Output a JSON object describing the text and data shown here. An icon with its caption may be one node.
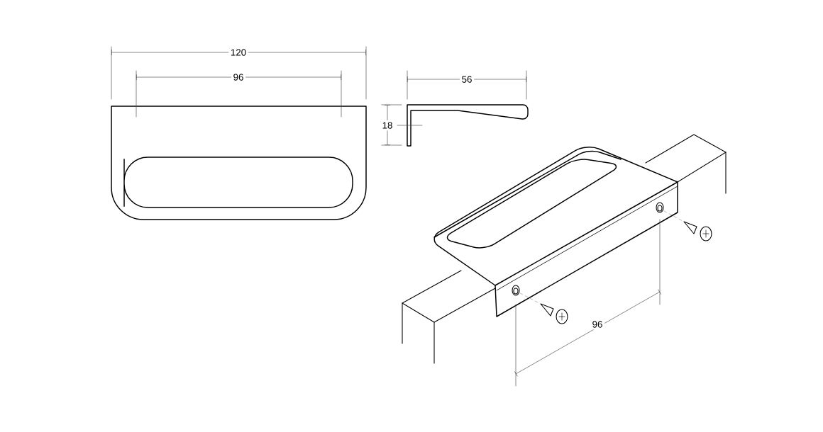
{
  "diagram": {
    "labels": [
      "120",
      "96",
      "56",
      "18",
      "96"
    ]
  }
}
